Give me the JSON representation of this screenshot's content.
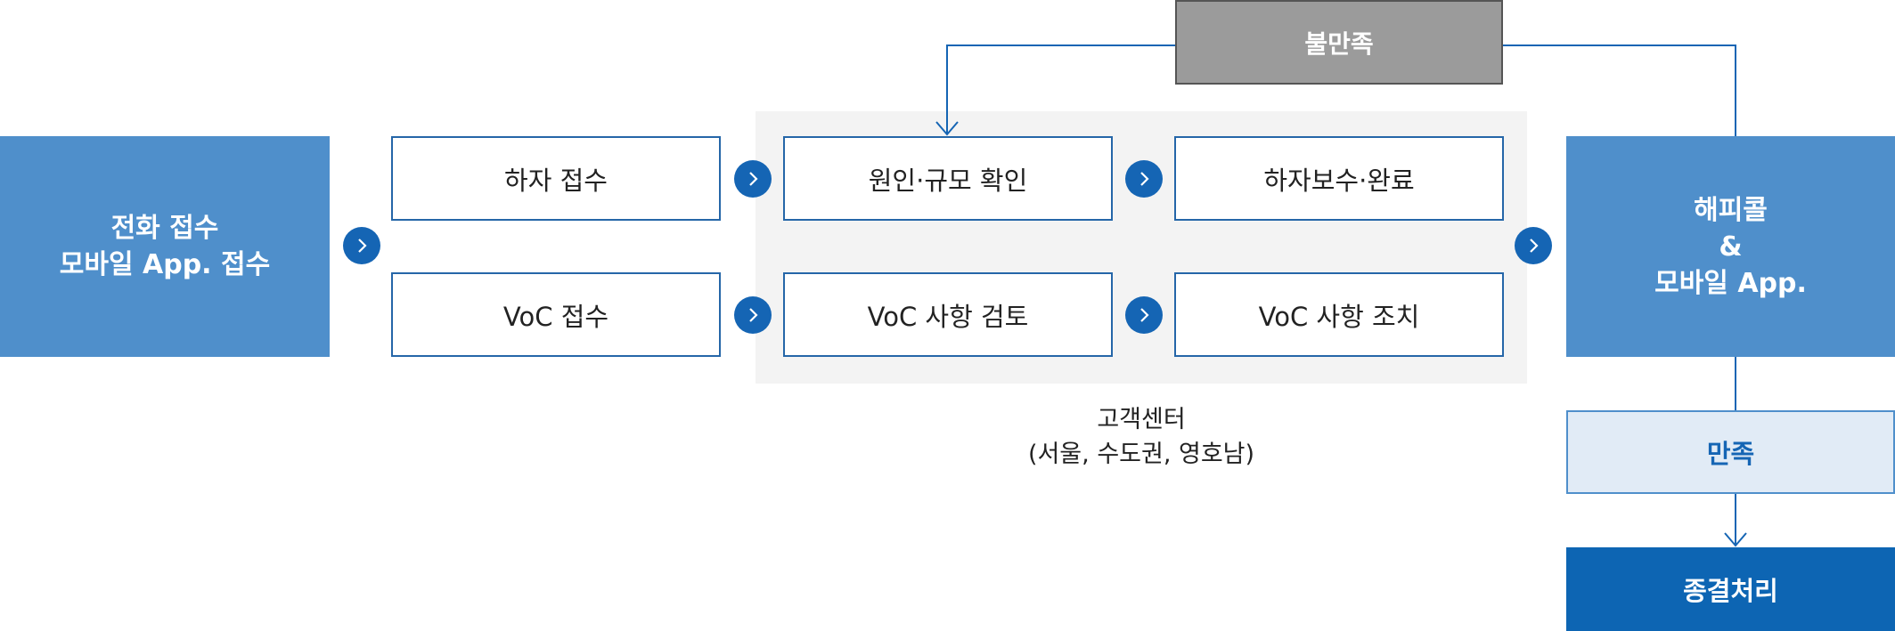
{
  "nodes": {
    "phone": {
      "line1": "전화 접수",
      "line2": "모바일 App. 접수"
    },
    "defect_receipt": "하자 접수",
    "voc_receipt": "VoC 접수",
    "cause_check": "원인·규모 확인",
    "repair_complete": "하자보수·완료",
    "voc_review": "VoC 사항 검토",
    "voc_action": "VoC 사항 조치",
    "happy_call": {
      "line1": "해피콜",
      "line2": "&",
      "line3": "모바일 App."
    },
    "dissatisfied": "불만족",
    "satisfied": "만족",
    "closing": "종결처리"
  },
  "center": {
    "title": "고객센터",
    "subtitle": "(서울, 수도권, 영호남)"
  }
}
